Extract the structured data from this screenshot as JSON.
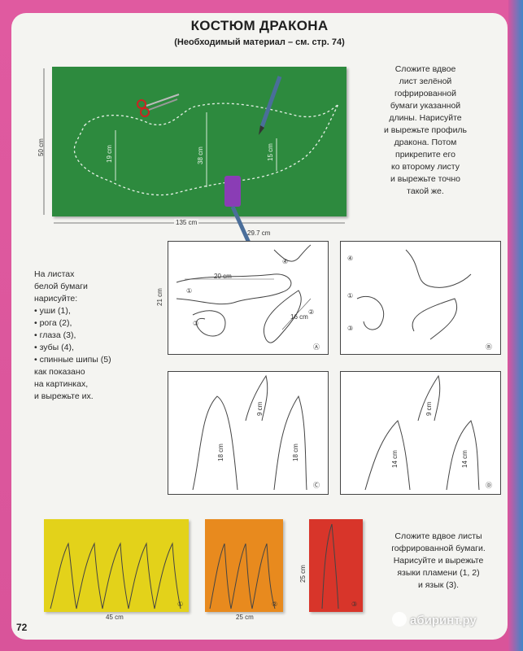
{
  "header": {
    "title": "КОСТЮМ ДРАКОНА",
    "subtitle": "(Необходимый материал – см. стр. 74)"
  },
  "step1": {
    "lines": [
      "Сложите вдвое",
      "лист зелёной",
      "гофрированной",
      "бумаги указанной",
      "длины. Нарисуйте",
      "и вырежьте профиль",
      "дракона. Потом",
      "прикрепите его",
      "ко второму листу",
      "и вырежьте точно",
      "такой же."
    ]
  },
  "step2": {
    "lines": [
      "На листах",
      "белой бумаги",
      "нарисуйте:",
      "• уши (1),",
      "• рога (2),",
      "• глаза (3),",
      "• зубы (4),",
      "• спинные шипы (5)",
      "как показано",
      "на картинках,",
      "и вырежьте их."
    ]
  },
  "step3": {
    "lines": [
      "Сложите вдвое листы",
      "гофрированной бумаги.",
      "Нарисуйте и вырежьте",
      "языки пламени (1, 2)",
      "и язык (3)."
    ]
  },
  "dimensions": {
    "green_height": "50 cm",
    "green_width": "135 cm",
    "green_d1": "19 cm",
    "green_d2": "38 cm",
    "green_d3": "15 cm",
    "sheet_width": "29.7 cm",
    "sheet_height": "21 cm",
    "ear_width": "20 cm",
    "horn_len": "16 cm",
    "spike_c1": "9 cm",
    "spike_c2": "18 cm",
    "spike_c3": "18 cm",
    "spike_d1": "9 cm",
    "spike_d2": "14 cm",
    "spike_d3": "14 cm",
    "fire1_width": "45 cm",
    "fire2_width": "25 cm",
    "fire3_height": "25 cm"
  },
  "labels": {
    "num1": "①",
    "num2": "②",
    "num3": "③",
    "num4": "④",
    "sheet_a": "Ⓐ",
    "sheet_b": "Ⓑ",
    "sheet_c": "Ⓒ",
    "sheet_d": "Ⓓ"
  },
  "footer": {
    "page_number": "72",
    "watermark": "абиринт.ру"
  },
  "colors": {
    "frame": "#d9549a",
    "green_paper": "#2d8a3e",
    "yellow_paper": "#e3d21a",
    "orange_paper": "#e88a1e",
    "red_paper": "#d8352a"
  }
}
